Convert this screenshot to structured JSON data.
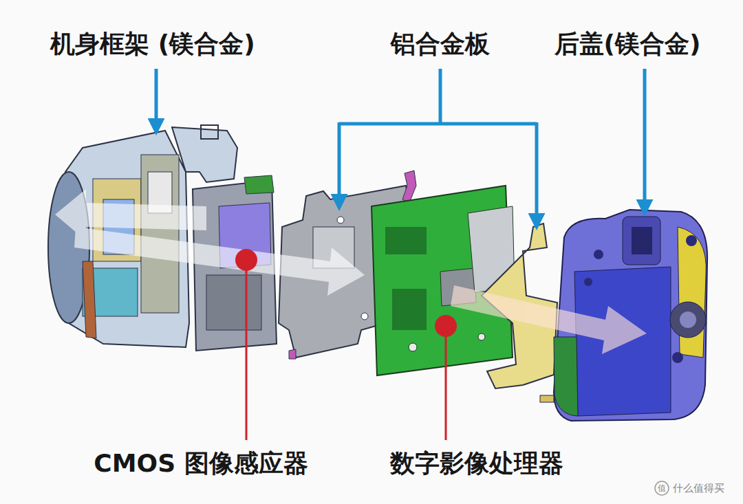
{
  "diagram": {
    "labels": [
      "机身框架 (镁合金)",
      "铝合金板",
      "后盖(镁合金)",
      "CMOS 图像感应器",
      "数字影像处理器",
      "值",
      "什么值得买"
    ]
  }
}
